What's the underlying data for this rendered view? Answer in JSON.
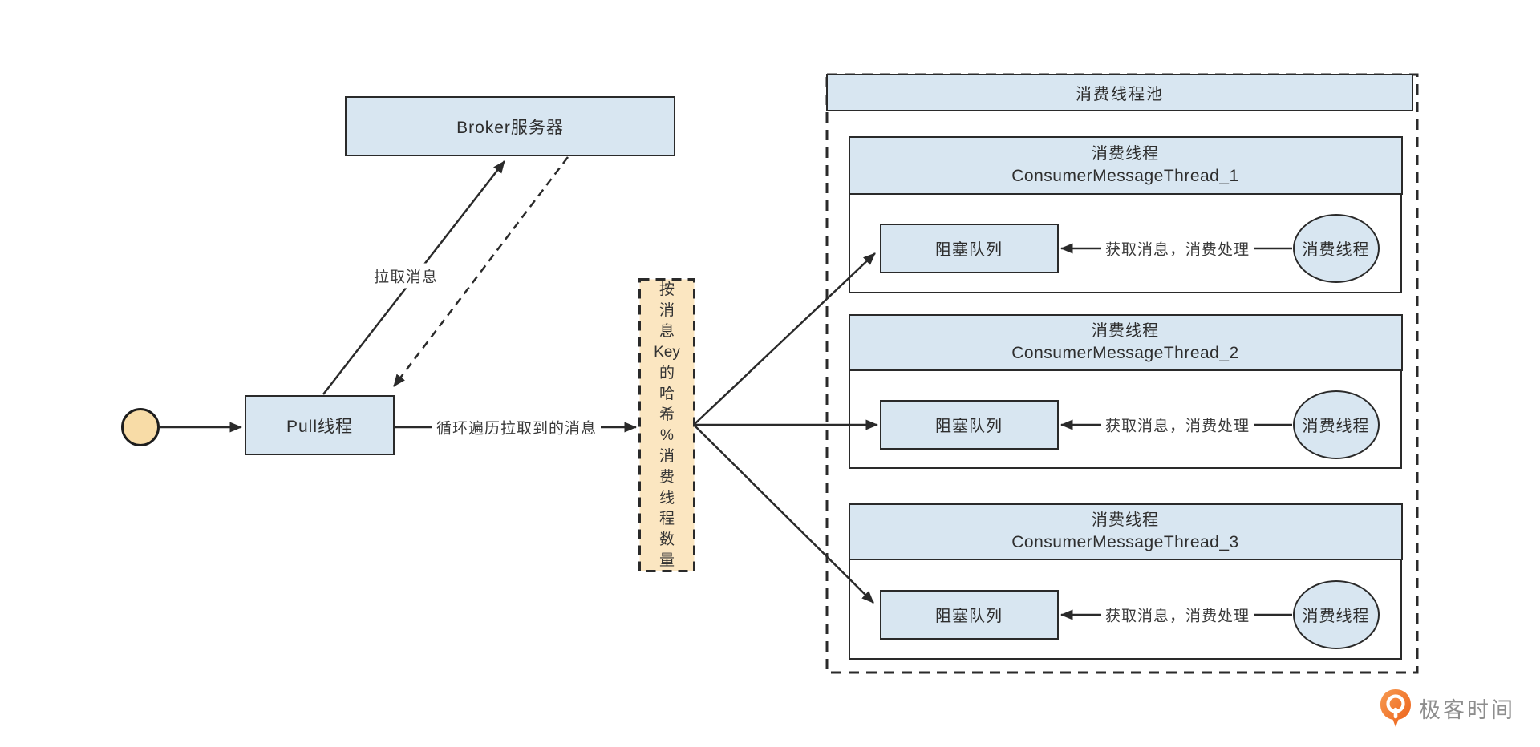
{
  "diagram": {
    "broker": {
      "label": "Broker服务器"
    },
    "pull_thread": {
      "label": "Pull线程"
    },
    "edge_labels": {
      "pull_messages": "拉取消息",
      "loop_messages": "循环遍历拉取到的消息"
    },
    "hash_box": {
      "label": "按消息Key的哈希%消费线程数量"
    },
    "pool": {
      "title": "消费线程池",
      "threads": [
        {
          "title_line1": "消费线程",
          "title_line2": "ConsumerMessageThread_1",
          "queue_label": "阻塞队列",
          "consumer_label": "消费线程",
          "arrow_label": "获取消息，消费处理"
        },
        {
          "title_line1": "消费线程",
          "title_line2": "ConsumerMessageThread_2",
          "queue_label": "阻塞队列",
          "consumer_label": "消费线程",
          "arrow_label": "获取消息，消费处理"
        },
        {
          "title_line1": "消费线程",
          "title_line2": "ConsumerMessageThread_3",
          "queue_label": "阻塞队列",
          "consumer_label": "消费线程",
          "arrow_label": "获取消息，消费处理"
        }
      ]
    },
    "logo": {
      "text": "极客时间"
    },
    "colors": {
      "box_fill": "#d8e6f1",
      "line_color": "#2a2a2a",
      "start_fill": "#f8dca7",
      "hash_fill": "#fbe6c1",
      "logo_orange_light": "#f79b52",
      "logo_orange_dark": "#ec5f17",
      "logo_text_color": "#8e8e8e"
    }
  }
}
